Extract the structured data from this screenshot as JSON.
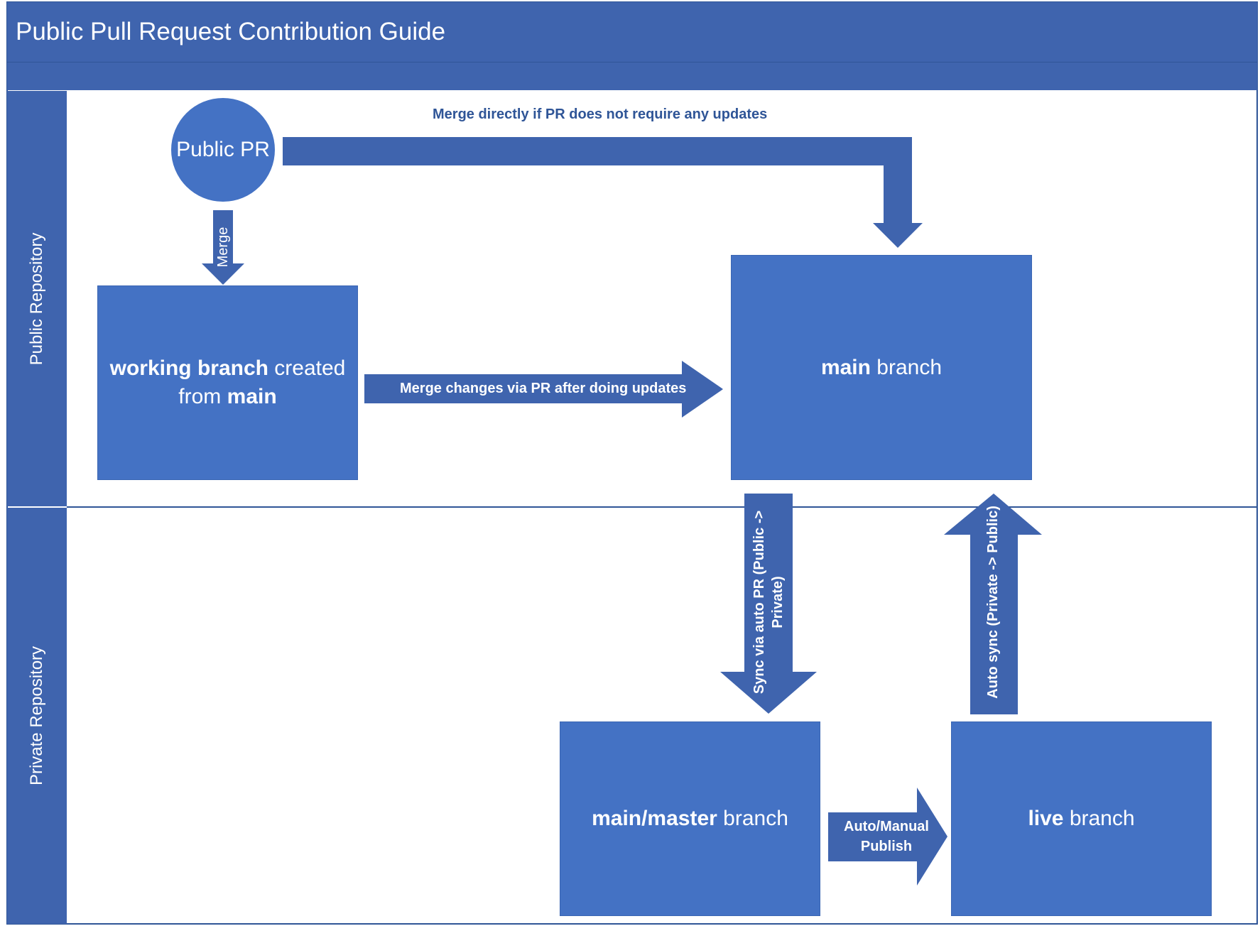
{
  "title": "Public Pull Request Contribution Guide",
  "lanes": {
    "public": "Public Repository",
    "private": "Private Repository"
  },
  "nodes": {
    "public_pr": "Public PR",
    "working_branch": {
      "bold1": "working branch",
      "text1": " created",
      "text2": "from ",
      "bold2": "main"
    },
    "main_branch": {
      "bold": "main",
      "text": " branch"
    },
    "main_master_branch": {
      "bold": "main/master",
      "text": " branch"
    },
    "live_branch": {
      "bold": "live",
      "text": " branch"
    }
  },
  "edges": {
    "merge": "Merge",
    "merge_directly": "Merge directly if PR does not require any updates",
    "merge_changes": "Merge changes via PR after doing updates",
    "sync_auto_pr_line1": "Sync via auto PR (Public ->",
    "sync_auto_pr_line2": "Private)",
    "auto_sync": "Auto sync (Private -> Public)",
    "publish_line1": "Auto/Manual",
    "publish_line2": "Publish"
  },
  "colors": {
    "header": "#3f64ae",
    "node": "#4472c4",
    "arrow": "#3f64ae",
    "edge_text_dark": "#2f5597"
  }
}
